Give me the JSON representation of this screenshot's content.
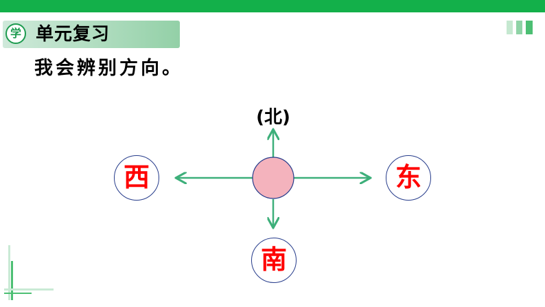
{
  "header": {
    "badge_char": "学",
    "unit_title": "单元复习"
  },
  "subtitle": "我会辨别方向。",
  "compass": {
    "north_label": "(北)",
    "west": "西",
    "east": "东",
    "south": "南"
  },
  "colors": {
    "brand_green": "#13b04a",
    "arrow_green": "#3daf7a",
    "center_pink": "#f4b3bd",
    "direction_red": "#ff0000",
    "circle_border": "#243a8a"
  }
}
